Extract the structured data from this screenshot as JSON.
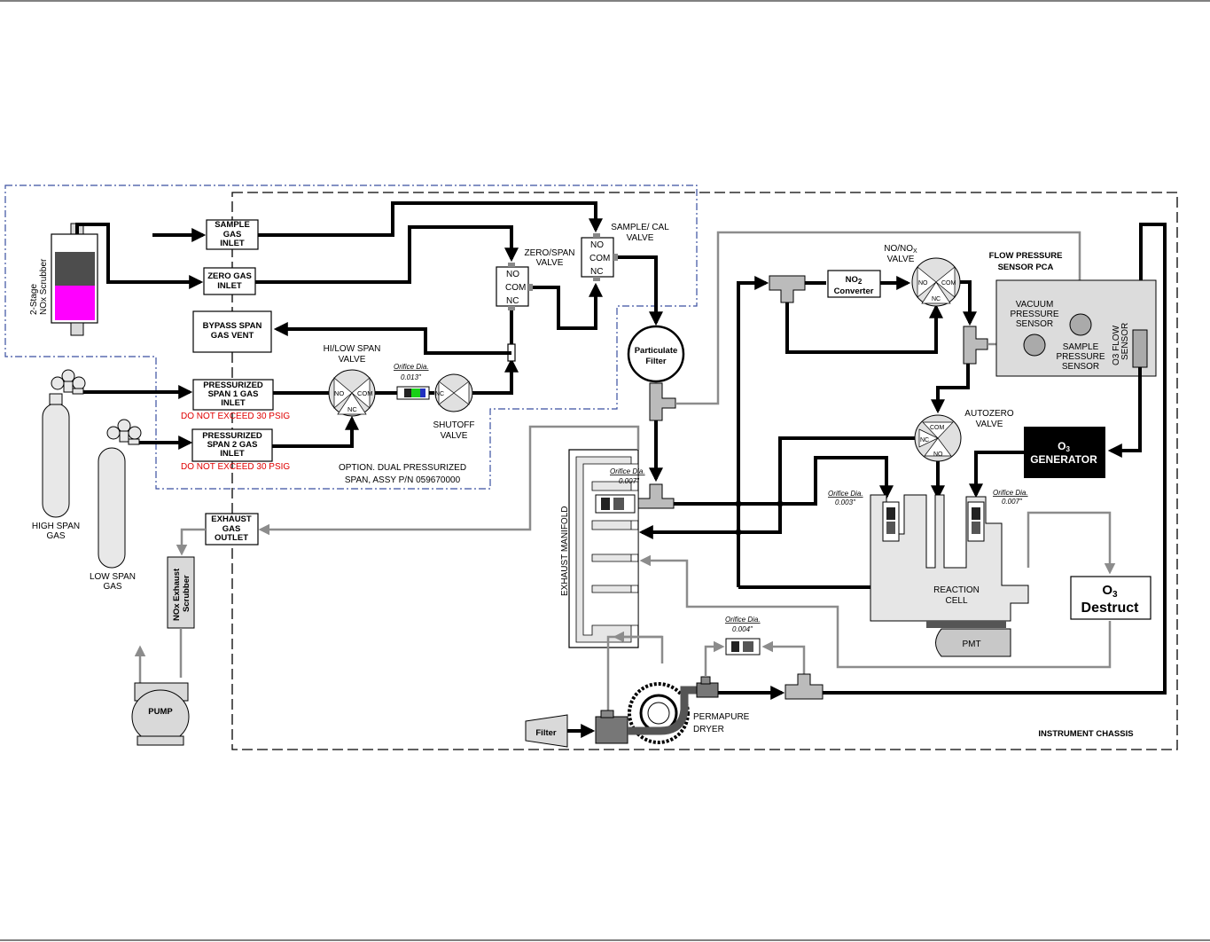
{
  "inlets": {
    "sample_gas": "SAMPLE GAS INLET",
    "zero_gas": "ZERO GAS INLET",
    "bypass_span": "BYPASS SPAN GAS VENT",
    "span1": "PRESSURIZED SPAN 1 GAS INLET",
    "span2": "PRESSURIZED SPAN 2 GAS INLET",
    "exhaust": "EXHAUST GAS OUTLET",
    "warning": "DO NOT EXCEED 30 PSIG"
  },
  "scrubber": {
    "line1": "2-Stage",
    "line2": "NOx Scrubber"
  },
  "cylinders": {
    "high": [
      "HIGH SPAN",
      "GAS"
    ],
    "low": [
      "LOW SPAN",
      "GAS"
    ]
  },
  "valves": {
    "hilow": [
      "HI/LOW SPAN",
      "VALVE"
    ],
    "shutoff": [
      "SHUTOFF",
      "VALVE"
    ],
    "zero_span": [
      "ZERO/SPAN",
      "VALVE"
    ],
    "sample_cal": [
      "SAMPLE/ CAL",
      "VALVE"
    ],
    "no_nox": [
      "NO/NOx",
      "VALVE"
    ],
    "autozero": [
      "AUTOZERO",
      "VALVE"
    ],
    "ports": {
      "no": "NO",
      "com": "COM",
      "nc": "NC"
    }
  },
  "option_label": [
    "OPTION. DUAL PRESSURIZED",
    "SPAN, ASSY P/N 059670000"
  ],
  "orifices": {
    "title": "Orifice Dia.",
    "d013": "0.013\"",
    "d007a": "0.007\"",
    "d003": "0.003\"",
    "d007b": "0.007\"",
    "d004": "0.004\""
  },
  "components": {
    "particulate_filter": [
      "Particulate",
      "Filter"
    ],
    "no2_converter": [
      "NO2",
      "Converter"
    ],
    "flow_pressure_pca": [
      "FLOW PRESSURE",
      "SENSOR PCA"
    ],
    "vacuum_sensor": [
      "VACUUM",
      "PRESSURE",
      "SENSOR"
    ],
    "sample_sensor": [
      "SAMPLE",
      "PRESSURE",
      "SENSOR"
    ],
    "o3_flow_sensor": [
      "O3 FLOW",
      "SENSOR"
    ],
    "o3_generator": [
      "O3",
      "GENERATOR"
    ],
    "o3_destruct": [
      "O3",
      "Destruct"
    ],
    "exhaust_manifold": "EXHAUST MANIFOLD",
    "reaction_cell": [
      "REACTION",
      "CELL"
    ],
    "pmt": "PMT",
    "permapure": [
      "PERMAPURE",
      "DRYER"
    ],
    "filter": "Filter",
    "nox_exhaust_scrubber": [
      "NOx Exhaust",
      "Scrubber"
    ],
    "pump": "PUMP"
  },
  "chassis_label": "INSTRUMENT CHASSIS",
  "colors": {
    "scrubber_top": "#4d4d4d",
    "scrubber_bottom": "#ff00ff",
    "generator": "#000000",
    "gray_line": "#8c8c8c"
  }
}
